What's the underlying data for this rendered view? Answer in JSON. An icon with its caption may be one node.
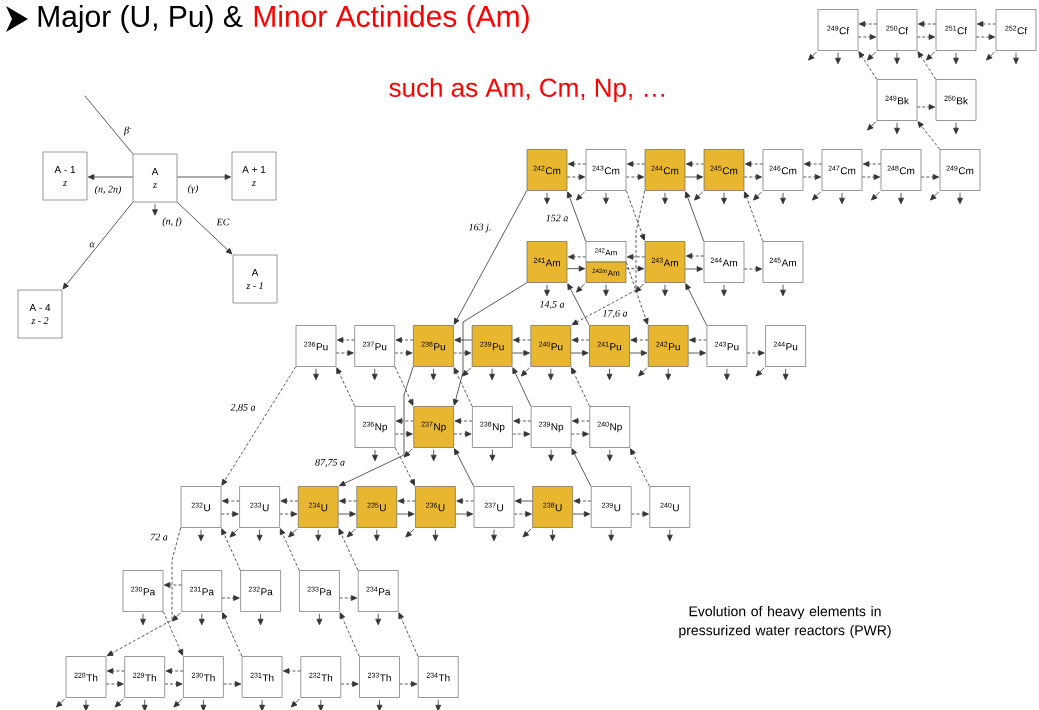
{
  "diagram": {
    "title": "Major (U, Pu) &",
    "caption": "Evolution of heavy elements in pressurized water reactors (PWR)",
    "labels": [
      "Minor Actinides (Am)",
      "such as Am, Cm, Np, …"
    ],
    "nodes": [
      {
        "text": [
          "A - 1",
          "z"
        ]
      },
      {
        "text": [
          "A",
          "z"
        ]
      },
      {
        "text": [
          "A + 1",
          "z"
        ]
      },
      {
        "text": [
          "A",
          "z - 1"
        ]
      },
      {
        "text": [
          "A - 4",
          "z - 2"
        ]
      },
      {
        "text": [
          "$^{249}$Cf"
        ]
      },
      {
        "text": [
          "$^{250}$Cf"
        ]
      },
      {
        "text": [
          "$^{251}$Cf"
        ]
      },
      {
        "text": [
          "$^{252}$Cf"
        ]
      },
      {
        "text": [
          "$^{249}$Bk"
        ]
      },
      {
        "text": [
          "$^{250}$Bk"
        ]
      },
      {
        "text": [
          "$^{242}$Cm"
        ]
      },
      {
        "text": [
          "$^{243}$Cm"
        ]
      },
      {
        "text": [
          "$^{244}$Cm"
        ]
      },
      {
        "text": [
          "$^{245}$Cm"
        ]
      },
      {
        "text": [
          "$^{246}$Cm"
        ]
      },
      {
        "text": [
          "$^{247}$Cm"
        ]
      },
      {
        "text": [
          "$^{248}$Cm"
        ]
      },
      {
        "text": [
          "$^{249}$Cm"
        ]
      },
      {
        "text": [
          "$^{241}$Am"
        ]
      },
      {
        "text": [
          "$^{242}$Am"
        ]
      },
      {
        "text": [
          "$^{242m}$Am"
        ]
      },
      {
        "text": [
          "$^{243}$Am"
        ]
      },
      {
        "text": [
          "$^{244}$Am"
        ]
      },
      {
        "text": [
          "$^{245}$Am"
        ]
      },
      {
        "text": [
          "$^{236}$Pu"
        ]
      },
      {
        "text": [
          "$^{237}$Pu"
        ]
      },
      {
        "text": [
          "$^{238}$Pu"
        ]
      },
      {
        "text": [
          "$^{239}$Pu"
        ]
      },
      {
        "text": [
          "$^{240}$Pu"
        ]
      },
      {
        "text": [
          "$^{241}$Pu"
        ]
      },
      {
        "text": [
          "$^{242}$Pu"
        ]
      },
      {
        "text": [
          "$^{243}$Pu"
        ]
      },
      {
        "text": [
          "$^{244}$Pu"
        ]
      },
      {
        "text": [
          "$^{236}$Np"
        ]
      },
      {
        "text": [
          "$^{237}$Np"
        ]
      },
      {
        "text": [
          "$^{238}$Np"
        ]
      },
      {
        "text": [
          "$^{239}$Np"
        ]
      },
      {
        "text": [
          "$^{240}$Np"
        ]
      },
      {
        "text": [
          "$^{232}$U"
        ]
      },
      {
        "text": [
          "$^{233}$U"
        ]
      },
      {
        "text": [
          "$^{234}$U"
        ]
      },
      {
        "text": [
          "$^{235}$U"
        ]
      },
      {
        "text": [
          "$^{236}$U"
        ]
      },
      {
        "text": [
          "$^{237}$U"
        ]
      },
      {
        "text": [
          "$^{238}$U"
        ]
      },
      {
        "text": [
          "$^{239}$U"
        ]
      },
      {
        "text": [
          "$^{240}$U"
        ]
      },
      {
        "text": [
          "$^{230}$Pa"
        ]
      },
      {
        "text": [
          "$^{231}$Pa"
        ]
      },
      {
        "text": [
          "$^{232}$Pa"
        ]
      },
      {
        "text": [
          "$^{233}$Pa"
        ]
      },
      {
        "text": [
          "$^{234}$Pa"
        ]
      },
      {
        "text": [
          "$^{228}$Th"
        ]
      },
      {
        "text": [
          "$^{229}$Th"
        ]
      },
      {
        "text": [
          "$^{230}$Th"
        ]
      },
      {
        "text": [
          "$^{231}$Th"
        ]
      },
      {
        "text": [
          "$^{232}$Th"
        ]
      },
      {
        "text": [
          "$^{233}$Th"
        ]
      },
      {
        "text": [
          "$^{234}$Th"
        ]
      }
    ],
    "edges": [
      {
        "from": 1,
        "to": 0,
        "arrow": "to",
        "label": "(n, 2n)"
      },
      {
        "from": 1,
        "to": 2,
        "arrow": "to",
        "label": "(γ)"
      },
      {
        "from": null,
        "to": 1,
        "arrow": "none",
        "label": "β$^{-}$"
      },
      {
        "from": 1,
        "to": null,
        "arrow": "to",
        "label": "(n, f)"
      },
      {
        "from": 1,
        "to": 4,
        "arrow": "to",
        "label": "α"
      },
      {
        "from": 1,
        "to": 3,
        "arrow": "to",
        "label": "EC"
      },
      {
        "from": 6,
        "to": 5,
        "arrow": "to",
        "style": "dashed"
      },
      {
        "from": 5,
        "to": 6,
        "arrow": "to",
        "style": "dashed"
      },
      {
        "from": 7,
        "to": 6,
        "arrow": "to",
        "style": "dashed"
      },
      {
        "from": 6,
        "to": 7,
        "arrow": "to",
        "style": "dashed"
      },
      {
        "from": 8,
        "to": 7,
        "arrow": "to",
        "style": "dashed"
      },
      {
        "from": 7,
        "to": 8,
        "arrow": "to",
        "style": "dashed"
      },
      {
        "from": 9,
        "to": 10,
        "arrow": "to",
        "style": "dashed"
      },
      {
        "from": 9,
        "to": 5,
        "arrow": "to",
        "style": "dashed"
      },
      {
        "from": 10,
        "to": 6,
        "arrow": "to",
        "style": "dashed"
      },
      {
        "from": 18,
        "to": 9,
        "arrow": "to",
        "style": "dashed"
      },
      {
        "from": 12,
        "to": 11,
        "arrow": "to",
        "style": "dashed"
      },
      {
        "from": 11,
        "to": 12,
        "arrow": "to",
        "style": "dashed"
      },
      {
        "from": 13,
        "to": 12,
        "arrow": "to",
        "style": "dashed"
      },
      {
        "from": 12,
        "to": 13,
        "arrow": "to",
        "style": "dashed"
      },
      {
        "from": 14,
        "to": 13,
        "arrow": "to",
        "style": "dashed"
      },
      {
        "from": 13,
        "to": 14,
        "arrow": "to"
      },
      {
        "from": 15,
        "to": 14,
        "arrow": "to",
        "style": "dashed"
      },
      {
        "from": 14,
        "to": 15,
        "arrow": "to",
        "style": "dashed"
      },
      {
        "from": 16,
        "to": 15,
        "arrow": "to",
        "style": "dashed"
      },
      {
        "from": 15,
        "to": 16,
        "arrow": "to",
        "style": "dashed"
      },
      {
        "from": 17,
        "to": 16,
        "arrow": "to",
        "style": "dashed"
      },
      {
        "from": 16,
        "to": 17,
        "arrow": "to",
        "style": "dashed"
      },
      {
        "from": 17,
        "to": 18,
        "arrow": "to",
        "style": "dashed"
      },
      {
        "from": 20,
        "to": 19,
        "arrow": "to",
        "style": "dashed"
      },
      {
        "from": 19,
        "to": 21,
        "arrow": "to"
      },
      {
        "from": 22,
        "to": 20,
        "arrow": "to",
        "style": "dashed"
      },
      {
        "from": 21,
        "to": 22,
        "arrow": "to",
        "style": "dashed"
      },
      {
        "from": 23,
        "to": 22,
        "arrow": "to",
        "style": "dashed"
      },
      {
        "from": 22,
        "to": 23,
        "arrow": "to"
      },
      {
        "from": 23,
        "to": 24,
        "arrow": "to",
        "style": "dashed"
      },
      {
        "from": 11,
        "to": 27,
        "arrow": "to",
        "label": "163 j."
      },
      {
        "from": 20,
        "to": 11,
        "arrow": "to",
        "label": "152 a"
      },
      {
        "from": 13,
        "to": 29,
        "arrow": "to",
        "style": "dashed",
        "label": "17,6 a"
      },
      {
        "from": 12,
        "to": 22,
        "arrow": "to",
        "style": "dashed"
      },
      {
        "from": 23,
        "to": 13,
        "arrow": "to"
      },
      {
        "from": 24,
        "to": 14,
        "arrow": "to",
        "style": "dashed"
      },
      {
        "from": 30,
        "to": 19,
        "arrow": "to",
        "label": "14,5 a"
      },
      {
        "from": 19,
        "to": 35,
        "arrow": "to"
      },
      {
        "from": 20,
        "to": 31,
        "arrow": "to",
        "style": "dashed"
      },
      {
        "from": 32,
        "to": 22,
        "arrow": "to"
      },
      {
        "from": 26,
        "to": 25,
        "arrow": "to",
        "style": "dashed"
      },
      {
        "from": 25,
        "to": 26,
        "arrow": "to",
        "style": "dashed"
      },
      {
        "from": 27,
        "to": 26,
        "arrow": "to",
        "style": "dashed"
      },
      {
        "from": 26,
        "to": 27,
        "arrow": "to",
        "style": "dashed"
      },
      {
        "from": 28,
        "to": 27,
        "arrow": "to"
      },
      {
        "from": 27,
        "to": 28,
        "arrow": "to",
        "style": "dashed"
      },
      {
        "from": 29,
        "to": 28,
        "arrow": "to",
        "style": "dashed"
      },
      {
        "from": 28,
        "to": 29,
        "arrow": "to"
      },
      {
        "from": 30,
        "to": 29,
        "arrow": "to",
        "style": "dashed"
      },
      {
        "from": 29,
        "to": 30,
        "arrow": "to"
      },
      {
        "from": 31,
        "to": 30,
        "arrow": "to",
        "style": "dashed"
      },
      {
        "from": 30,
        "to": 31,
        "arrow": "to"
      },
      {
        "from": 32,
        "to": 31,
        "arrow": "to",
        "style": "dashed"
      },
      {
        "from": 31,
        "to": 32,
        "arrow": "to"
      },
      {
        "from": 32,
        "to": 33,
        "arrow": "to",
        "style": "dashed"
      },
      {
        "from": 25,
        "to": 39,
        "arrow": "to",
        "style": "dashed",
        "label": "2,85 a"
      },
      {
        "from": 34,
        "to": 25,
        "arrow": "to",
        "style": "dashed"
      },
      {
        "from": 26,
        "to": 35,
        "arrow": "to",
        "style": "dashed"
      },
      {
        "from": 27,
        "to": 41,
        "arrow": "to",
        "label": "87,75 a"
      },
      {
        "from": 36,
        "to": 27,
        "arrow": "to",
        "style": "dashed"
      },
      {
        "from": 37,
        "to": 28,
        "arrow": "to"
      },
      {
        "from": 38,
        "to": 29,
        "arrow": "to",
        "style": "dashed"
      },
      {
        "from": 35,
        "to": 34,
        "arrow": "to",
        "style": "dashed"
      },
      {
        "from": 34,
        "to": 35,
        "arrow": "to",
        "style": "dashed"
      },
      {
        "from": 36,
        "to": 35,
        "arrow": "to",
        "style": "dashed"
      },
      {
        "from": 35,
        "to": 36,
        "arrow": "to",
        "style": "dashed"
      },
      {
        "from": 37,
        "to": 36,
        "arrow": "to",
        "style": "dashed"
      },
      {
        "from": 36,
        "to": 37,
        "arrow": "to",
        "style": "dashed"
      },
      {
        "from": 38,
        "to": 37,
        "arrow": "to",
        "style": "dashed"
      },
      {
        "from": 37,
        "to": 38,
        "arrow": "to",
        "style": "dashed"
      },
      {
        "from": 34,
        "to": 43,
        "arrow": "to",
        "style": "dashed"
      },
      {
        "from": 44,
        "to": 35,
        "arrow": "to"
      },
      {
        "from": 46,
        "to": 37,
        "arrow": "to"
      },
      {
        "from": 47,
        "to": 38,
        "arrow": "to",
        "style": "dashed"
      },
      {
        "from": 40,
        "to": 39,
        "arrow": "to",
        "style": "dashed"
      },
      {
        "from": 39,
        "to": 40,
        "arrow": "to",
        "style": "dashed"
      },
      {
        "from": 41,
        "to": 40,
        "arrow": "to",
        "style": "dashed"
      },
      {
        "from": 40,
        "to": 41,
        "arrow": "to",
        "style": "dashed"
      },
      {
        "from": 42,
        "to": 41,
        "arrow": "to",
        "style": "dashed"
      },
      {
        "from": 41,
        "to": 42,
        "arrow": "to"
      },
      {
        "from": 43,
        "to": 42,
        "arrow": "to",
        "style": "dashed"
      },
      {
        "from": 42,
        "to": 43,
        "arrow": "to"
      },
      {
        "from": 44,
        "to": 43,
        "arrow": "to",
        "style": "dashed"
      },
      {
        "from": 43,
        "to": 44,
        "arrow": "to"
      },
      {
        "from": 45,
        "to": 44,
        "arrow": "to"
      },
      {
        "from": 44,
        "to": 45,
        "arrow": "to",
        "style": "dashed"
      },
      {
        "from": 46,
        "to": 45,
        "arrow": "to",
        "style": "dashed"
      },
      {
        "from": 45,
        "to": 46,
        "arrow": "to"
      },
      {
        "from": 46,
        "to": 47,
        "arrow": "to",
        "style": "dashed"
      },
      {
        "from": 39,
        "to": 53,
        "arrow": "to",
        "style": "dashed",
        "label": "72 a"
      },
      {
        "from": 50,
        "to": 39,
        "arrow": "to",
        "style": "dashed"
      },
      {
        "from": 51,
        "to": 40,
        "arrow": "to",
        "style": "dashed"
      },
      {
        "from": 52,
        "to": 41,
        "arrow": "to",
        "style": "dashed"
      },
      {
        "from": 49,
        "to": 48,
        "arrow": "to",
        "style": "dashed"
      },
      {
        "from": 49,
        "to": 50,
        "arrow": "to",
        "style": "dashed"
      },
      {
        "from": 51,
        "to": 52,
        "arrow": "to",
        "style": "dashed"
      },
      {
        "from": 48,
        "to": 55,
        "arrow": "to",
        "style": "dashed"
      },
      {
        "from": 56,
        "to": 49,
        "arrow": "to",
        "style": "dashed"
      },
      {
        "from": 58,
        "to": 51,
        "arrow": "to",
        "style": "dashed"
      },
      {
        "from": 59,
        "to": 52,
        "arrow": "to",
        "style": "dashed"
      },
      {
        "from": 54,
        "to": 53,
        "arrow": "to",
        "style": "dashed"
      },
      {
        "from": 53,
        "to": 54,
        "arrow": "to",
        "style": "dashed"
      },
      {
        "from": 55,
        "to": 54,
        "arrow": "to",
        "style": "dashed"
      },
      {
        "from": 54,
        "to": 55,
        "arrow": "to",
        "style": "dashed"
      },
      {
        "from": 55,
        "to": 56,
        "arrow": "to",
        "style": "dashed"
      },
      {
        "from": 57,
        "to": 56,
        "arrow": "to",
        "style": "dashed"
      },
      {
        "from": 57,
        "to": 58,
        "arrow": "to",
        "style": "dashed"
      },
      {
        "from": 58,
        "to": 59,
        "arrow": "to",
        "style": "dashed"
      },
      {
        "from": 5,
        "to": null,
        "arrow": "to"
      },
      {
        "from": 6,
        "to": null,
        "arrow": "to"
      },
      {
        "from": 7,
        "to": null,
        "arrow": "to"
      },
      {
        "from": 8,
        "to": null,
        "arrow": "to"
      },
      {
        "from": 9,
        "to": null,
        "arrow": "to"
      },
      {
        "from": 10,
        "to": null,
        "arrow": "to"
      },
      {
        "from": 11,
        "to": null,
        "arrow": "to"
      },
      {
        "from": 12,
        "to": null,
        "arrow": "to"
      },
      {
        "from": 13,
        "to": null,
        "arrow": "to"
      },
      {
        "from": 14,
        "to": null,
        "arrow": "to"
      },
      {
        "from": 15,
        "to": null,
        "arrow": "to"
      },
      {
        "from": 16,
        "to": null,
        "arrow": "to"
      },
      {
        "from": 17,
        "to": null,
        "arrow": "to"
      },
      {
        "from": 18,
        "to": null,
        "arrow": "to"
      },
      {
        "from": 19,
        "to": null,
        "arrow": "to"
      },
      {
        "from": 21,
        "to": null,
        "arrow": "to"
      },
      {
        "from": 22,
        "to": null,
        "arrow": "to"
      },
      {
        "from": 23,
        "to": null,
        "arrow": "to"
      },
      {
        "from": 24,
        "to": null,
        "arrow": "to"
      },
      {
        "from": 25,
        "to": null,
        "arrow": "to"
      },
      {
        "from": 26,
        "to": null,
        "arrow": "to"
      },
      {
        "from": 27,
        "to": null,
        "arrow": "to"
      },
      {
        "from": 28,
        "to": null,
        "arrow": "to"
      },
      {
        "from": 29,
        "to": null,
        "arrow": "to"
      },
      {
        "from": 30,
        "to": null,
        "arrow": "to"
      },
      {
        "from": 31,
        "to": null,
        "arrow": "to"
      },
      {
        "from": 32,
        "to": null,
        "arrow": "to"
      },
      {
        "from": 33,
        "to": null,
        "arrow": "to"
      },
      {
        "from": 34,
        "to": null,
        "arrow": "to"
      },
      {
        "from": 35,
        "to": null,
        "arrow": "to"
      },
      {
        "from": 36,
        "to": null,
        "arrow": "to"
      },
      {
        "from": 37,
        "to": null,
        "arrow": "to"
      },
      {
        "from": 38,
        "to": null,
        "arrow": "to"
      },
      {
        "from": 39,
        "to": null,
        "arrow": "to"
      },
      {
        "from": 40,
        "to": null,
        "arrow": "to"
      },
      {
        "from": 41,
        "to": null,
        "arrow": "to"
      },
      {
        "from": 42,
        "to": null,
        "arrow": "to"
      },
      {
        "from": 43,
        "to": null,
        "arrow": "to"
      },
      {
        "from": 44,
        "to": null,
        "arrow": "to"
      },
      {
        "from": 45,
        "to": null,
        "arrow": "to"
      },
      {
        "from": 46,
        "to": null,
        "arrow": "to"
      },
      {
        "from": 47,
        "to": null,
        "arrow": "to"
      },
      {
        "from": 48,
        "to": null,
        "arrow": "to"
      },
      {
        "from": 49,
        "to": null,
        "arrow": "to"
      },
      {
        "from": 50,
        "to": null,
        "arrow": "to"
      },
      {
        "from": 51,
        "to": null,
        "arrow": "to"
      },
      {
        "from": 52,
        "to": null,
        "arrow": "to"
      },
      {
        "from": 53,
        "to": null,
        "arrow": "to"
      },
      {
        "from": 54,
        "to": null,
        "arrow": "to"
      },
      {
        "from": 55,
        "to": null,
        "arrow": "to"
      },
      {
        "from": 56,
        "to": null,
        "arrow": "to"
      },
      {
        "from": 57,
        "to": null,
        "arrow": "to"
      },
      {
        "from": 58,
        "to": null,
        "arrow": "to"
      },
      {
        "from": 59,
        "to": null,
        "arrow": "to"
      },
      {
        "from": 5,
        "to": null,
        "arrow": "to"
      },
      {
        "from": 6,
        "to": null,
        "arrow": "to"
      },
      {
        "from": 7,
        "to": null,
        "arrow": "to"
      },
      {
        "from": 8,
        "to": null,
        "arrow": "to"
      },
      {
        "from": 9,
        "to": null,
        "arrow": "to"
      },
      {
        "from": 12,
        "to": null,
        "arrow": "to"
      },
      {
        "from": 14,
        "to": null,
        "arrow": "to"
      },
      {
        "from": 15,
        "to": null,
        "arrow": "to"
      },
      {
        "from": 16,
        "to": null,
        "arrow": "to"
      },
      {
        "from": 17,
        "to": null,
        "arrow": "to"
      },
      {
        "from": 18,
        "to": null,
        "arrow": "to"
      },
      {
        "from": 21,
        "to": null,
        "arrow": "to"
      },
      {
        "from": 22,
        "to": null,
        "arrow": "to"
      },
      {
        "from": 28,
        "to": null,
        "arrow": "to"
      },
      {
        "from": 29,
        "to": null,
        "arrow": "to"
      },
      {
        "from": 31,
        "to": null,
        "arrow": "to"
      },
      {
        "from": 33,
        "to": null,
        "arrow": "to"
      },
      {
        "from": 35,
        "to": null,
        "arrow": "to"
      },
      {
        "from": 40,
        "to": null,
        "arrow": "to"
      },
      {
        "from": 41,
        "to": null,
        "arrow": "to"
      },
      {
        "from": 42,
        "to": null,
        "arrow": "to"
      },
      {
        "from": 43,
        "to": null,
        "arrow": "to"
      },
      {
        "from": 45,
        "to": null,
        "arrow": "to"
      },
      {
        "from": 49,
        "to": null,
        "arrow": "to"
      },
      {
        "from": 53,
        "to": null,
        "arrow": "to"
      },
      {
        "from": 54,
        "to": null,
        "arrow": "to"
      },
      {
        "from": 55,
        "to": null,
        "arrow": "to"
      },
      {
        "from": 57,
        "to": null,
        "arrow": "to"
      }
    ]
  }
}
